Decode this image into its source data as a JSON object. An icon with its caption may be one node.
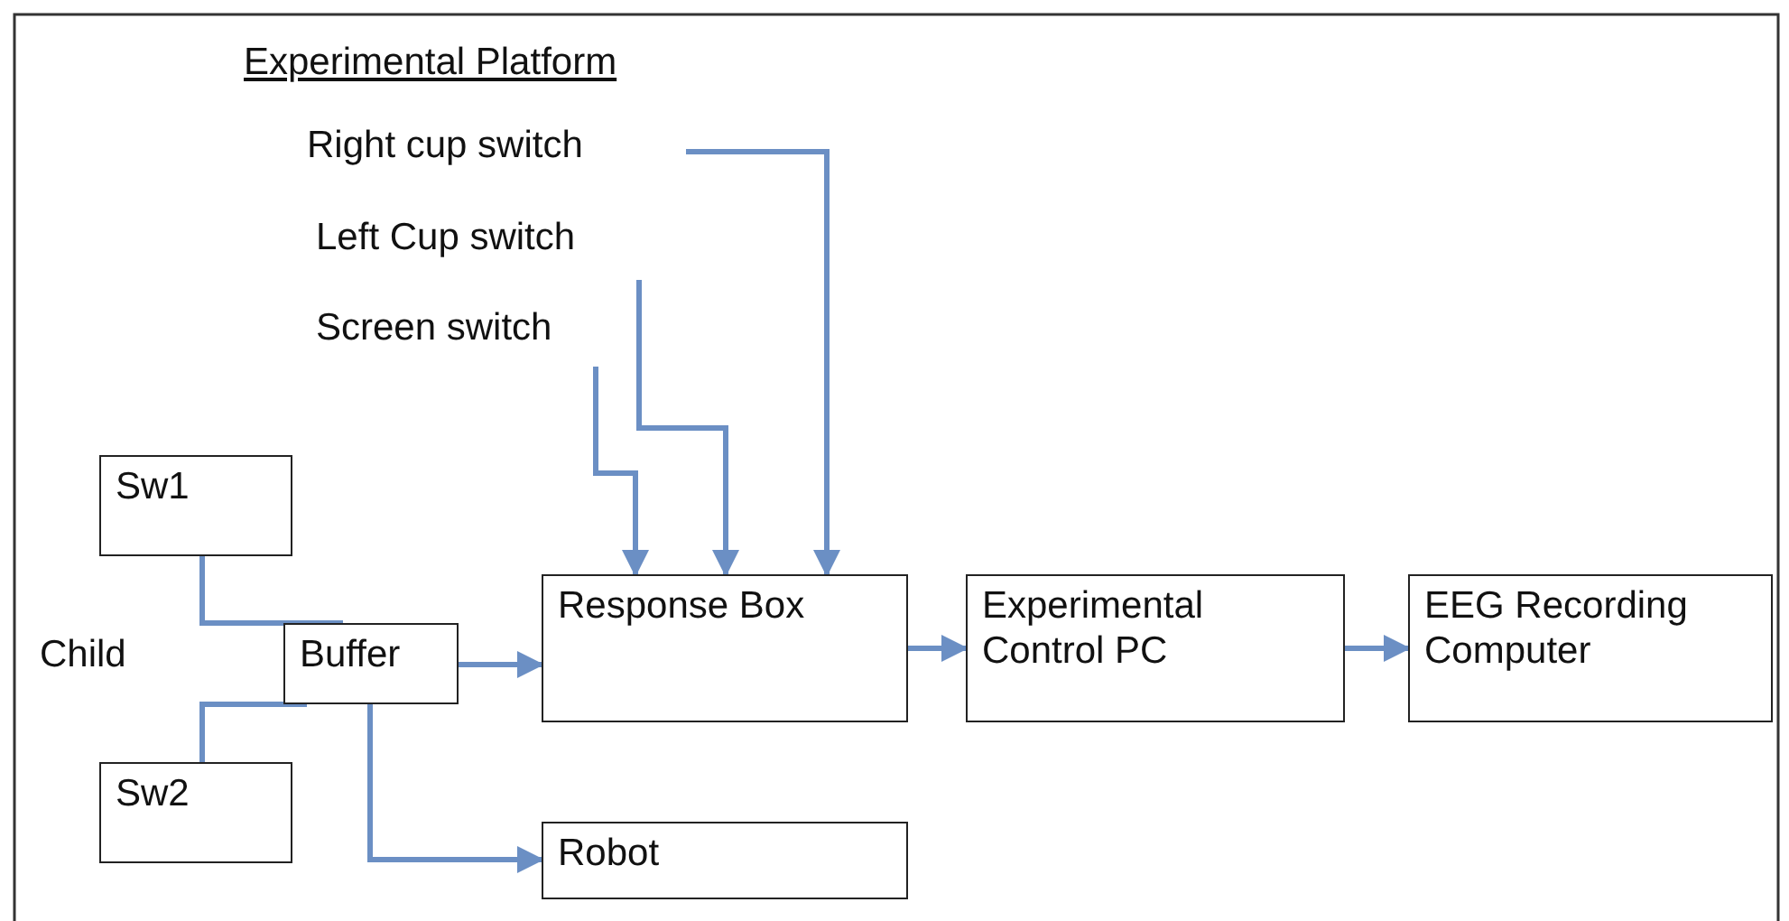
{
  "diagram": {
    "title": "Experimental Platform",
    "nodes": [
      {
        "text": [
          "Right cup switch"
        ]
      },
      {
        "text": [
          "Left Cup switch"
        ]
      },
      {
        "text": [
          "Screen switch"
        ]
      },
      {
        "text": [
          "Sw1"
        ]
      },
      {
        "text": [
          "Buffer"
        ]
      },
      {
        "text": [
          "Response Box"
        ]
      },
      {
        "text": [
          "Experimental Control PC"
        ]
      },
      {
        "text": [
          "EEG Recording Computer"
        ]
      },
      {
        "text": [
          "Sw2"
        ]
      },
      {
        "text": [
          "Robot"
        ]
      }
    ],
    "edges": [
      {
        "from": 0,
        "to": 5,
        "arrow": "to"
      },
      {
        "from": 1,
        "to": 5,
        "arrow": "to"
      },
      {
        "from": 2,
        "to": 5,
        "arrow": "to"
      },
      {
        "from": 3,
        "to": 4,
        "arrow": "none"
      },
      {
        "from": 8,
        "to": 4,
        "arrow": "none"
      },
      {
        "from": 4,
        "to": 5,
        "arrow": "to"
      },
      {
        "from": 4,
        "to": 9,
        "arrow": "to"
      },
      {
        "from": 5,
        "to": 6,
        "arrow": "to"
      },
      {
        "from": 6,
        "to": 7,
        "arrow": "to"
      }
    ],
    "labels": [
      "Child"
    ]
  }
}
